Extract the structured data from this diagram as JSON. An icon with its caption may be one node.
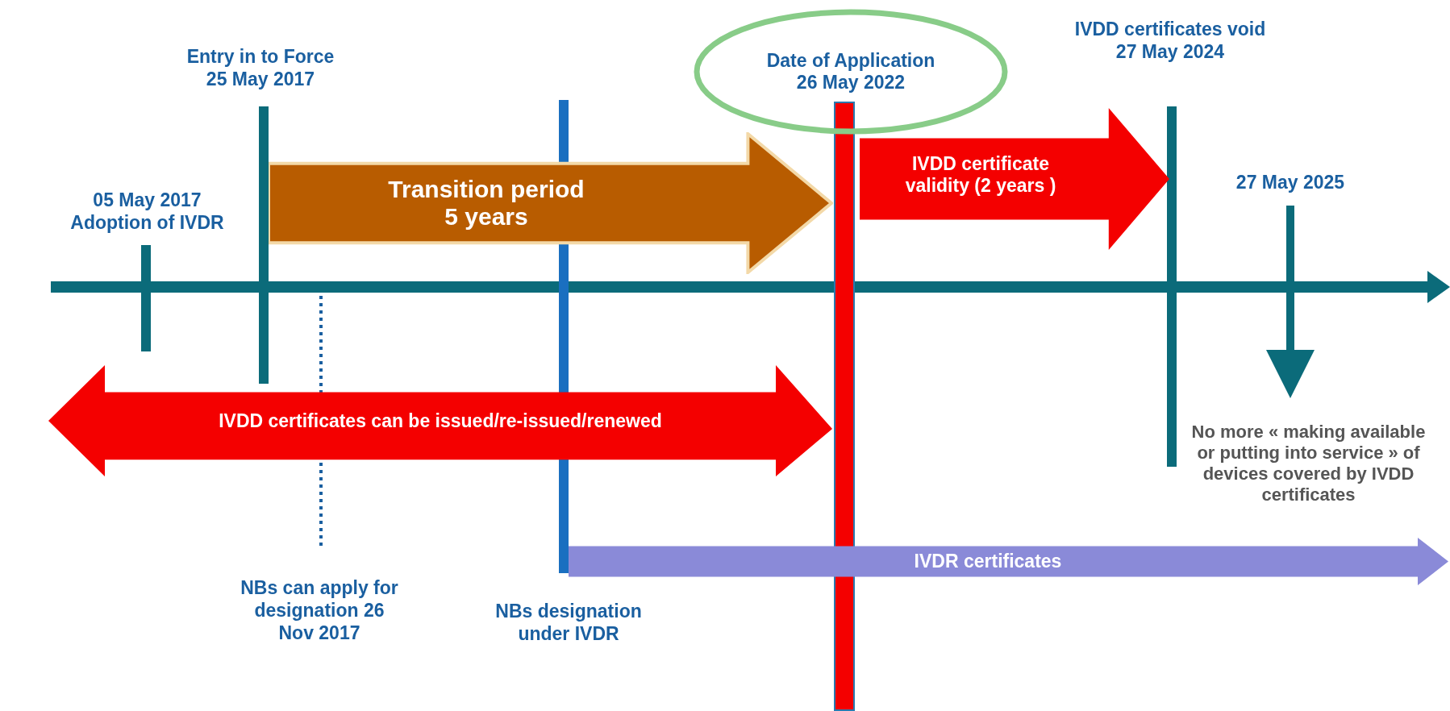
{
  "diagram": {
    "nodes": [
      {
        "text": [
          "Transition period 5 years"
        ]
      },
      {
        "text": [
          "IVDD certificate validity (2 years )"
        ]
      },
      {
        "text": [
          "IVDD certificates can be issued/re-issued/renewed"
        ]
      },
      {
        "text": [
          "IVDR certificates"
        ]
      },
      {
        "text": [
          "Date of Application 26 May 2022"
        ]
      },
      {
        "text": [
          "No more « making available or putting into service » of devices covered by IVDD certificates"
        ]
      },
      {
        "text": [],
        "shape": "bar"
      }
    ],
    "edges": [
      {
        "from": null,
        "to": 5,
        "arrow": "to"
      }
    ],
    "labels": [
      "IVDD certificates void 27 May 2024",
      "Entry in to Force 25 May 2017",
      "05 May 2017 Adoption of IVDR",
      "27 May 2025",
      "NBs can apply for designation 26 Nov 2017",
      "NBs designation under IVDR"
    ]
  }
}
